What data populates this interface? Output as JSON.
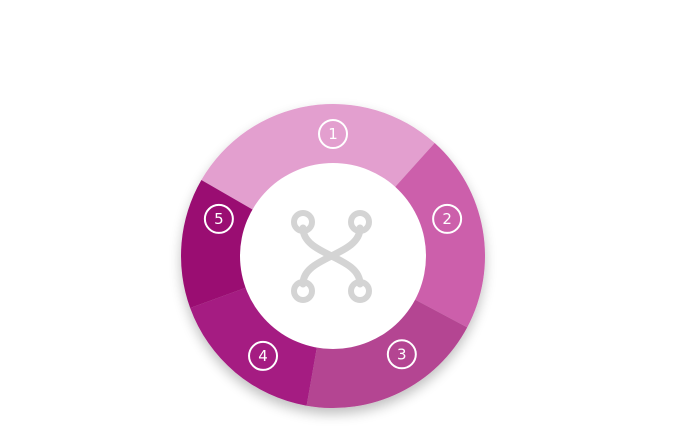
{
  "diagram": {
    "segments": [
      {
        "id": "1",
        "label": "1",
        "color": "#e39fcf"
      },
      {
        "id": "2",
        "label": "2",
        "color": "#cc5fab"
      },
      {
        "id": "3",
        "label": "3",
        "color": "#b44592"
      },
      {
        "id": "4",
        "label": "4",
        "color": "#a51f82"
      },
      {
        "id": "5",
        "label": "5",
        "color": "#9a0f72"
      }
    ],
    "center_icon": "branch-merge-icon",
    "center_icon_color": "#d4d4d4",
    "label_ring_color": "#ffffff"
  }
}
